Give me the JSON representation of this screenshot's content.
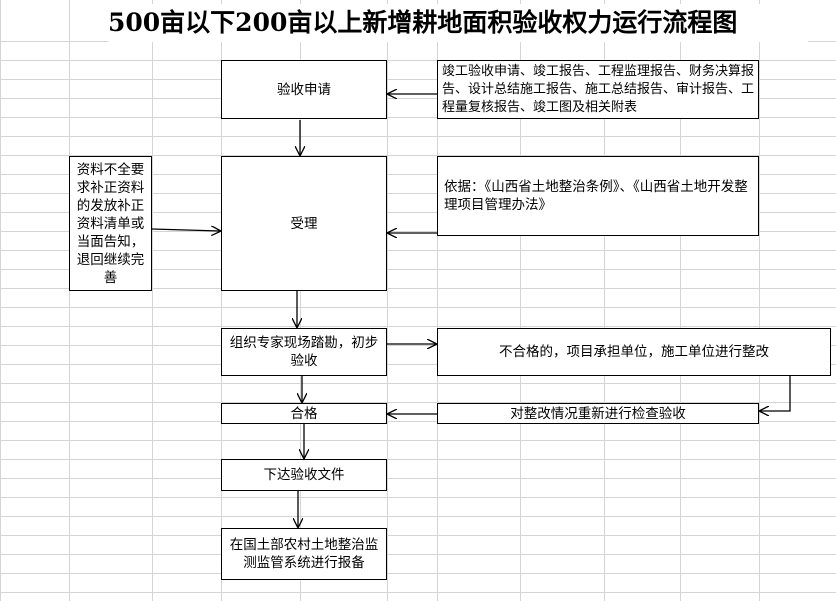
{
  "title": "500亩以下200亩以上新增耕地面积验收权力运行流程图",
  "nodes": {
    "apply": "验收申请",
    "materials": "竣工验收申请、竣工报告、工程监理报告、财务决算报告、设计总结施工报告、施工总结报告、审计报告、工程量复核报告、竣工图及相关附表",
    "accept": "受理",
    "basis": "依据：《山西省土地整治条例》、《山西省土地开发整理项目管理办法》",
    "incomplete": "资料不全要求补正资料的发放补正资料清单或当面告知，退回继续完善",
    "inspect": "组织专家现场踏勘，初步验收",
    "unqualified": "不合格的，项目承担单位，施工单位进行整改",
    "qualified": "合格",
    "recheck": "对整改情况重新进行检查验收",
    "issue": "下达验收文件",
    "record": "在国土部农村土地整治监测监管系统进行报备"
  }
}
